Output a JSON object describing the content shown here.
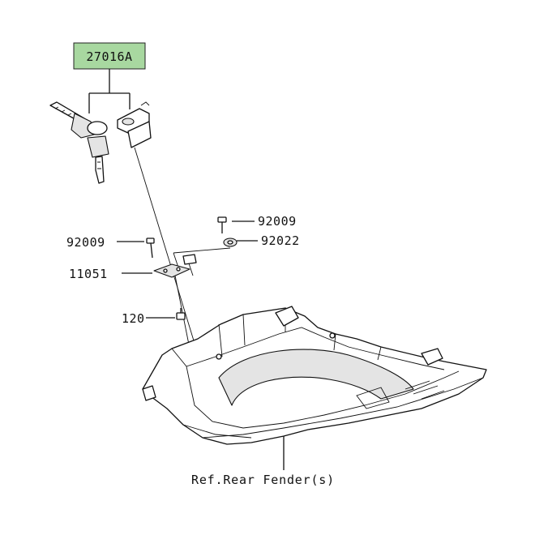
{
  "highlight_color": "#a8d8a0",
  "callouts": {
    "keyset": "27016A",
    "bolt_right": "92009",
    "washer": "92022",
    "bolt_left": "92009",
    "bracket": "11051",
    "screw": "120"
  },
  "reference": "Ref.Rear Fender(s)"
}
